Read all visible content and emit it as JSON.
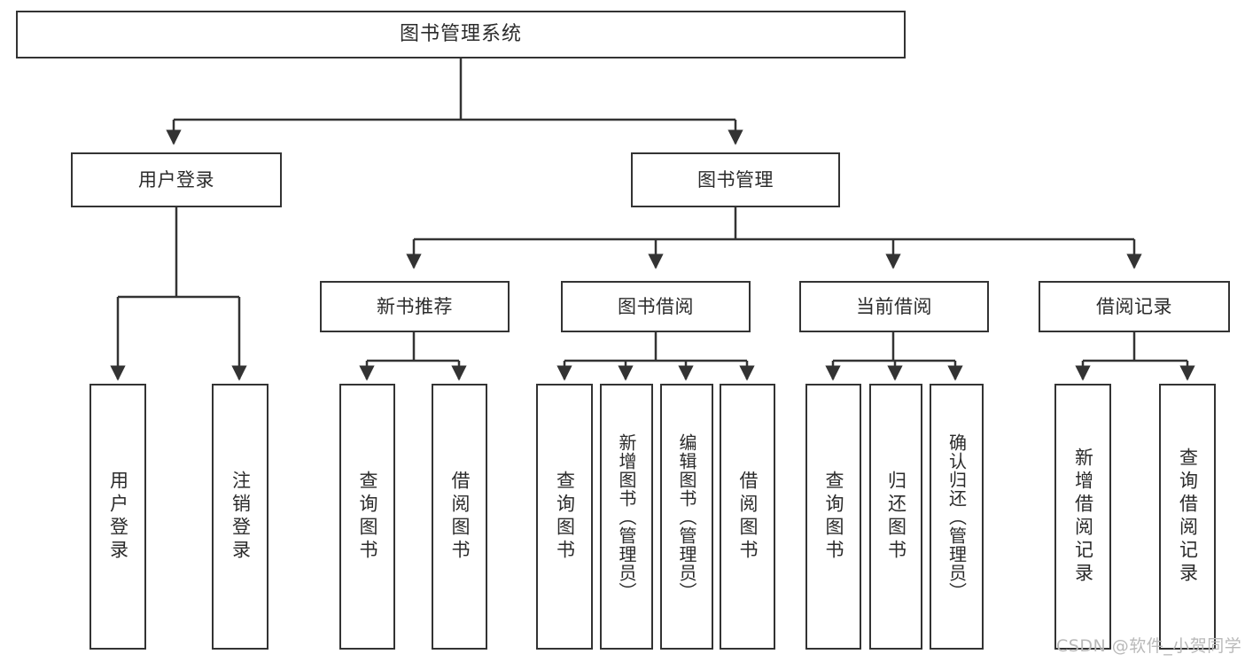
{
  "diagram": {
    "title": "图书管理系统",
    "type": "tree-hierarchy-diagram",
    "background_color": "#ffffff",
    "border_color": "#333333",
    "text_color": "#2b2b2b",
    "watermark": "CSDN @软件_小贺同学"
  },
  "nodes": {
    "root": {
      "label": "图书管理系统"
    },
    "level2": [
      {
        "label": "用户登录"
      },
      {
        "label": "图书管理"
      }
    ],
    "level3": [
      {
        "label": "新书推荐"
      },
      {
        "label": "图书借阅"
      },
      {
        "label": "当前借阅"
      },
      {
        "label": "借阅记录"
      }
    ],
    "leaves_user_login": [
      {
        "label": "用户登录"
      },
      {
        "label": "注销登录"
      }
    ],
    "leaves_new_book": [
      {
        "label": "查询图书"
      },
      {
        "label": "借阅图书"
      }
    ],
    "leaves_borrow": [
      {
        "label": "查询图书"
      },
      {
        "label": "新增图书（管理员）"
      },
      {
        "label": "编辑图书（管理员）"
      },
      {
        "label": "借阅图书"
      }
    ],
    "leaves_current": [
      {
        "label": "查询图书"
      },
      {
        "label": "归还图书"
      },
      {
        "label": "确认归还（管理员）"
      }
    ],
    "leaves_records": [
      {
        "label": "新增借阅记录"
      },
      {
        "label": "查询借阅记录"
      }
    ]
  }
}
